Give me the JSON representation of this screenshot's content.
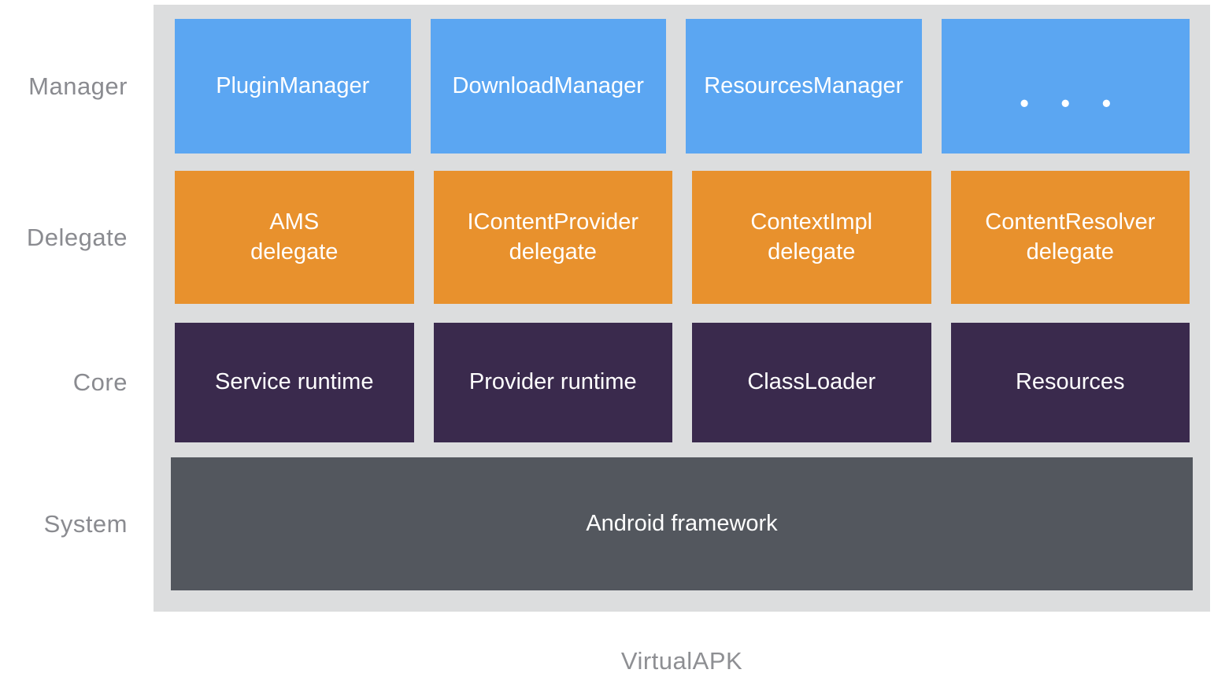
{
  "diagram": {
    "caption": "VirtualAPK",
    "colors": {
      "manager_blue": "#5ba6f2",
      "delegate_orange": "#e8912d",
      "core_purple": "#3a2a4d",
      "system_slate": "#53575e",
      "panel_background": "#dcddde",
      "label_text": "#8a8b90",
      "box_text": "#ffffff"
    },
    "layers": [
      {
        "label": "Manager",
        "boxes": [
          "PluginManager",
          "DownloadManager",
          "ResourcesManager",
          "• • •"
        ]
      },
      {
        "label": "Delegate",
        "boxes": [
          "AMS\ndelegate",
          "IContentProvider\ndelegate",
          "ContextImpl\ndelegate",
          "ContentResolver\ndelegate"
        ]
      },
      {
        "label": "Core",
        "boxes": [
          "Service runtime",
          "Provider runtime",
          "ClassLoader",
          "Resources"
        ]
      },
      {
        "label": "System",
        "boxes": [
          "Android framework"
        ]
      }
    ]
  }
}
